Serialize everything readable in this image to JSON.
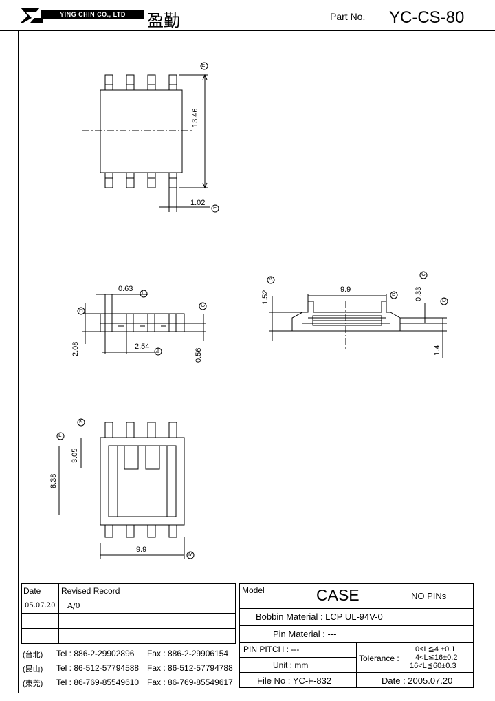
{
  "header": {
    "company_name": "YING CHIN CO., LTD",
    "company_chinese": "盈勤",
    "part_no_label": "Part  No.",
    "part_no": "YC-CS-80"
  },
  "drawing": {
    "top_view": {
      "dim_height": "13.46",
      "dim_pin": "1.02",
      "ref_e": "E",
      "ref_f": "F"
    },
    "side_view": {
      "dim_pin_width": "0.63",
      "dim_height": "2.08",
      "dim_pitch": "2.54",
      "dim_base": "0.56",
      "ref_g": "G",
      "ref_h": "H",
      "ref_i": "I",
      "ref_j": "J"
    },
    "profile_view": {
      "dim_top": "1.52",
      "dim_width": "9.9",
      "dim_step": "0.33",
      "dim_depth": "1.4",
      "ref_a": "A",
      "ref_b": "B",
      "ref_c": "C",
      "ref_d": "D"
    },
    "bottom_view": {
      "dim_depth": "3.05",
      "dim_length": "8.38",
      "dim_width": "9.9",
      "ref_k": "K",
      "ref_l": "L",
      "ref_m": "M"
    }
  },
  "revision_table": {
    "headers": {
      "date": "Date",
      "record": "Revised  Record"
    },
    "rows": [
      {
        "date": "05.07.20",
        "record": "A/0"
      }
    ]
  },
  "contacts": [
    {
      "city": "(台北)",
      "tel": "Tel : 886-2-29902896",
      "fax": "Fax : 886-2-29906154"
    },
    {
      "city": "(昆山)",
      "tel": "Tel : 86-512-57794588",
      "fax": "Fax : 86-512-57794788"
    },
    {
      "city": "(東莞)",
      "tel": "Tel : 86-769-85549610",
      "fax": "Fax : 86-769-85549617"
    }
  ],
  "spec": {
    "model_label": "Model",
    "model": "CASE",
    "pins": "NO PINs",
    "bobbin_material": "Bobbin  Material : LCP UL-94V-0",
    "pin_material": "Pin  Material : ---",
    "pin_pitch": "PIN  PITCH : ---",
    "unit": "Unit : mm",
    "file_no": "File  No : YC-F-832",
    "tolerance_label": "Tolerance :",
    "tolerance_rows": [
      "0<L≦4   ±0.1",
      "4<L≦16±0.2",
      "16<L≦60±0.3"
    ],
    "date": "Date : 2005.07.20"
  }
}
